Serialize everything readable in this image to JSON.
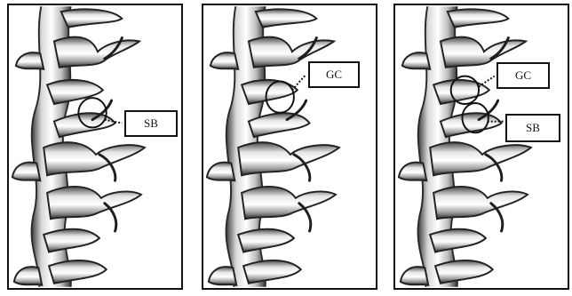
{
  "panels": [
    {
      "labels": [
        "SB"
      ]
    },
    {
      "labels": [
        "GC"
      ]
    },
    {
      "labels": [
        "GC",
        "SB"
      ]
    }
  ],
  "colors": {
    "background": "#ffffff",
    "stroke": "#111111",
    "shade_dark": "#2a2a2a",
    "shade_mid": "#9a9a9a",
    "shade_light": "#f2f2f2"
  }
}
